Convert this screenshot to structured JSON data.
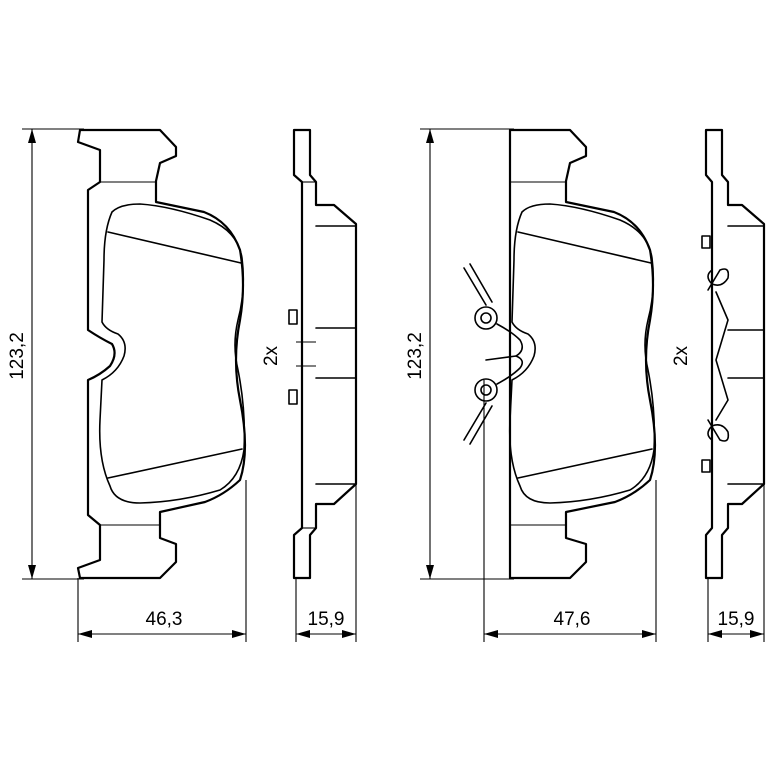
{
  "dimensions": {
    "left_pad": {
      "height": "123,2",
      "width": "46,3",
      "thickness": "15,9",
      "quantity": "2x"
    },
    "right_pad": {
      "height": "123,2",
      "width": "47,6",
      "thickness": "15,9",
      "quantity": "2x"
    }
  }
}
